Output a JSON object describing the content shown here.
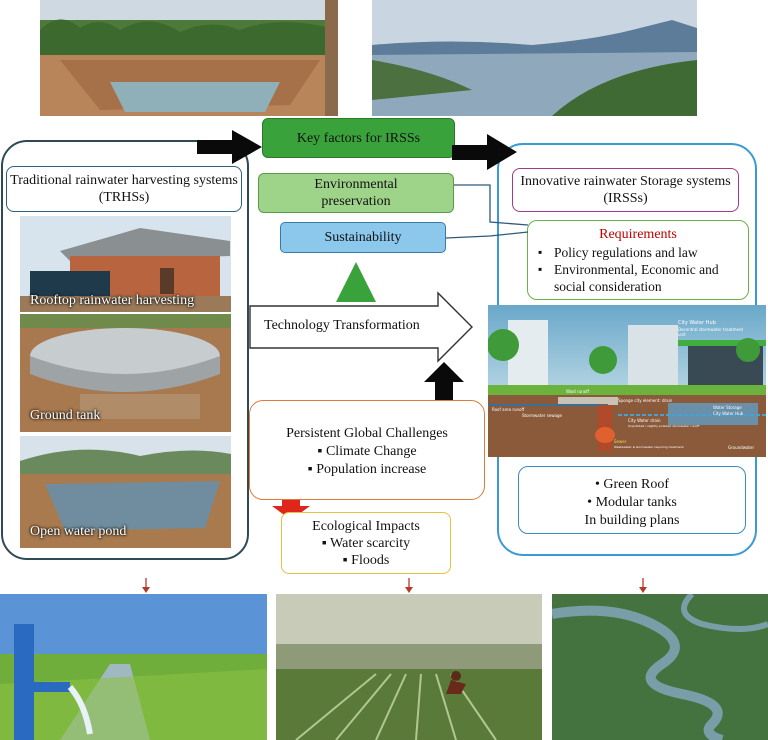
{
  "key_factors": {
    "label": "Key factors for IRSSs",
    "color": "#3aa23a"
  },
  "environmental": {
    "label": "Environmental preservation"
  },
  "sustainability": {
    "label": "Sustainability"
  },
  "traditional": {
    "title": "Traditional rainwater harvesting systems (TRHSs)",
    "photos": [
      {
        "caption": "Rooftop rainwater harvesting"
      },
      {
        "caption": "Ground tank"
      },
      {
        "caption": "Open water pond"
      }
    ]
  },
  "innovative": {
    "title": "Innovative rainwater Storage systems (IRSSs)",
    "requirements_title": "Requirements",
    "requirements": [
      "Policy regulations and law",
      "Environmental, Economic and social consideration"
    ],
    "features": [
      "Green Roof",
      "Modular tanks",
      "In building plans"
    ],
    "illustration_labels": [
      "City Water Hub",
      "Decentral stormwater treatment unit",
      "Sponge city element: drain",
      "Roof area runoff",
      "Wadi runoff",
      "Stormwater sewage",
      "City Water drain",
      "Unpolluted / slightly polluted stormwater runoff",
      "Water Storage",
      "City Water Hub",
      "Sewer",
      "Wastewater & stormwater requiring treatment",
      "Groundwater"
    ]
  },
  "technology": {
    "label": "Technology Transformation"
  },
  "challenges": {
    "title": "Persistent Global Challenges",
    "items": [
      "Climate Change",
      "Population increase"
    ]
  },
  "ecological": {
    "title": "Ecological Impacts",
    "items": [
      "Water scarcity",
      "Floods"
    ]
  }
}
